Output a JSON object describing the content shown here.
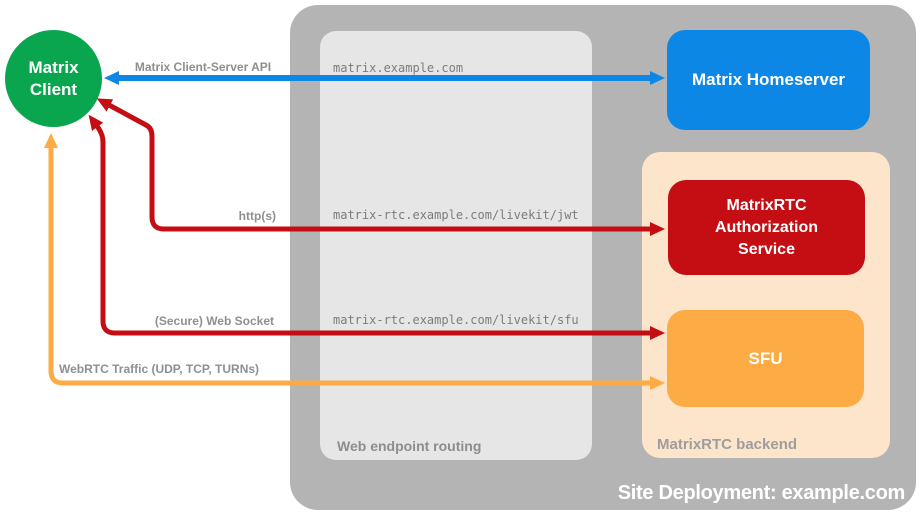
{
  "client": {
    "label": "Matrix Client"
  },
  "site": {
    "caption": "Site Deployment: example.com"
  },
  "routing": {
    "caption": "Web endpoint routing",
    "endpoints": [
      "matrix.example.com",
      "matrix-rtc.example.com/livekit/jwt",
      "matrix-rtc.example.com/livekit/sfu"
    ]
  },
  "backend": {
    "caption": "MatrixRTC backend"
  },
  "nodes": {
    "homeserver": "Matrix Homeserver",
    "auth_service": "MatrixRTC Authorization Service",
    "sfu": "SFU"
  },
  "arrows": {
    "client_server_api": "Matrix Client-Server API",
    "http": "http(s)",
    "websocket": "(Secure) Web Socket",
    "webrtc": "WebRTC Traffic (UDP, TCP, TURNs)"
  },
  "colors": {
    "client_green": "#0aa64f",
    "homeserver_blue": "#0d87e5",
    "auth_red": "#c40e13",
    "sfu_orange": "#fdab45",
    "backend_peach": "#fce5cb",
    "site_gray": "#b4b4b4",
    "routing_gray": "#e6e6e6"
  }
}
